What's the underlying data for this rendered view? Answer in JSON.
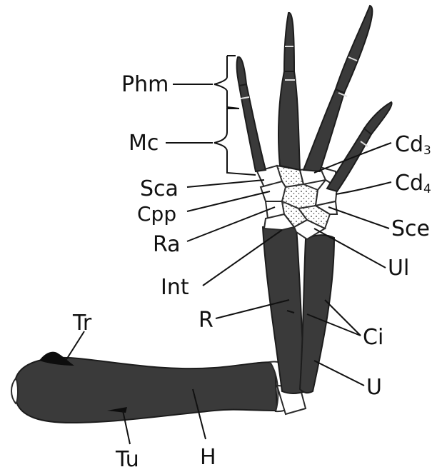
{
  "labels": {
    "phm": "Phm",
    "mc": "Mc",
    "sca": "Sca",
    "cpp": "Cpp",
    "ra": "Ra",
    "int": "Int",
    "r": "R",
    "tr": "Tr",
    "tu": "Tu",
    "h": "H",
    "cd3_main": "Cd",
    "cd3_sub": "3",
    "cd4_main": "Cd",
    "cd4_sub": "4",
    "sce": "Sce",
    "ul": "Ul",
    "ci": "Ci",
    "u": "U"
  },
  "colors": {
    "bone": "#3a3a3a",
    "cartilage": "#ffffff",
    "ink": "#111111",
    "carpal_fill": "#f0f0f0"
  }
}
